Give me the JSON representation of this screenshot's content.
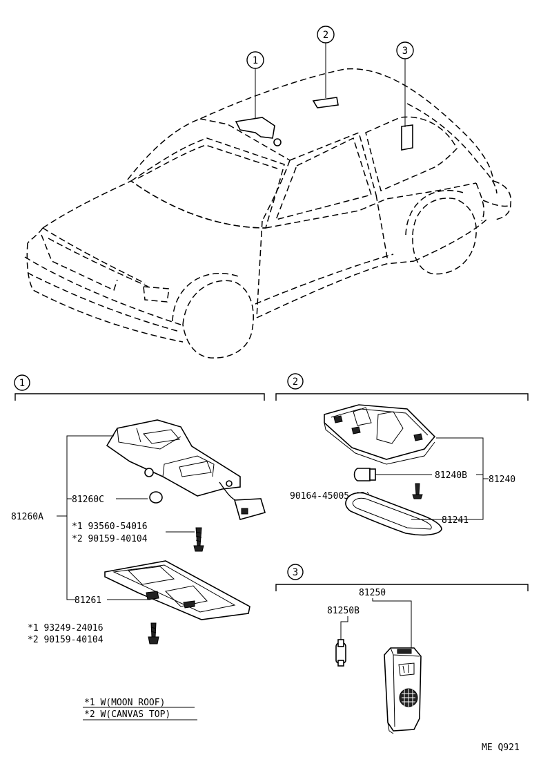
{
  "callouts": [
    "1",
    "2",
    "3"
  ],
  "section1": {
    "number": "1",
    "assembly": "81260A",
    "lens_part": "81260C",
    "screw_a_1": "*1  93560-54016",
    "screw_a_2": "*2  90159-40104",
    "housing_part": "81261",
    "screw_b_1": "*1  93249-24016",
    "screw_b_2": "*2  90159-40104"
  },
  "section2": {
    "number": "2",
    "assembly": "81240",
    "bulb_part": "81240B",
    "screw_part": "90164-45005 (2)",
    "lens_part": "81241"
  },
  "section3": {
    "number": "3",
    "assembly": "81250",
    "bulb_part": "81250B"
  },
  "legend": {
    "line1": "*1 W(MOON ROOF)",
    "line2": "*2 W(CANVAS TOP)"
  },
  "drawing_code": "ME  Q921"
}
